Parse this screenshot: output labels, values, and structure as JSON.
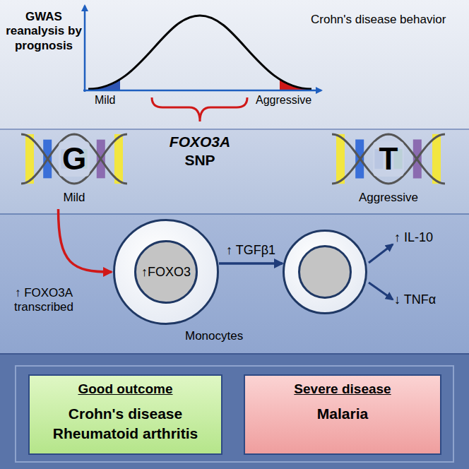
{
  "diagram": {
    "nodes": [
      {
        "text": [
          "G",
          "Mild"
        ]
      },
      {
        "text": [
          "T",
          "Aggressive"
        ]
      },
      {
        "text": []
      },
      {
        "text": [
          "↑FOXO3"
        ],
        "in": 2
      },
      {
        "text": []
      },
      {
        "text": [
          "Good outcome",
          "Crohn's disease Rheumatoid arthritis"
        ]
      },
      {
        "text": [
          "Severe disease",
          "Malaria"
        ]
      }
    ],
    "edges": [
      {
        "from": 0,
        "to": 2,
        "arrow": "to"
      },
      {
        "from": 2,
        "to": 4,
        "label": "↑ TGFβ1",
        "arrow": "to"
      }
    ],
    "labels": [
      "GWAS reanalysis by prognosis",
      "Crohn's disease behavior",
      "Mild",
      "Aggressive",
      "FOXO3A",
      "SNP",
      "↑ FOXO3A transcribed",
      "Monocytes",
      "↑ IL-10",
      "↓ TNFα"
    ]
  }
}
